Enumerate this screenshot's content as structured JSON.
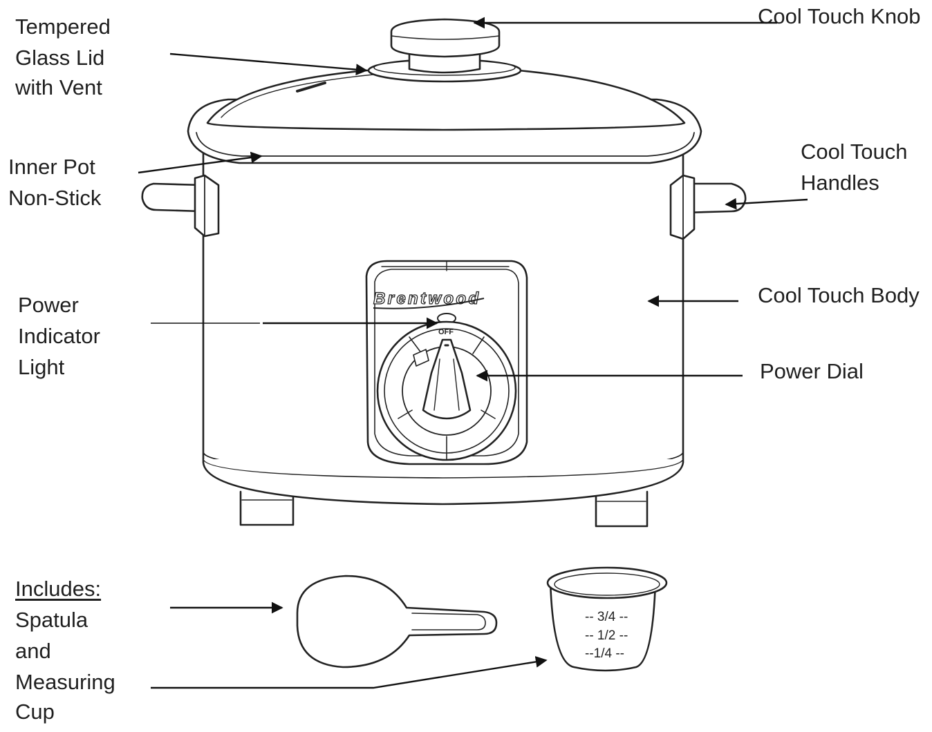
{
  "labels": {
    "lid": [
      "Tempered",
      "Glass Lid",
      "with Vent"
    ],
    "knob": "Cool Touch Knob",
    "inner_pot": [
      "Inner Pot",
      "Non-Stick"
    ],
    "handles": [
      "Cool Touch",
      "Handles"
    ],
    "power_light": [
      "Power",
      "Indicator",
      "Light"
    ],
    "body": "Cool Touch Body",
    "dial": "Power Dial",
    "includes_heading": "Includes:",
    "includes": [
      "Spatula",
      "and",
      "Measuring",
      "Cup"
    ]
  },
  "brand": "Brentwood",
  "dial_off": "OFF",
  "cup_marks": [
    "-- 3/4 --",
    "-- 1/2 --",
    "--1/4 --"
  ]
}
